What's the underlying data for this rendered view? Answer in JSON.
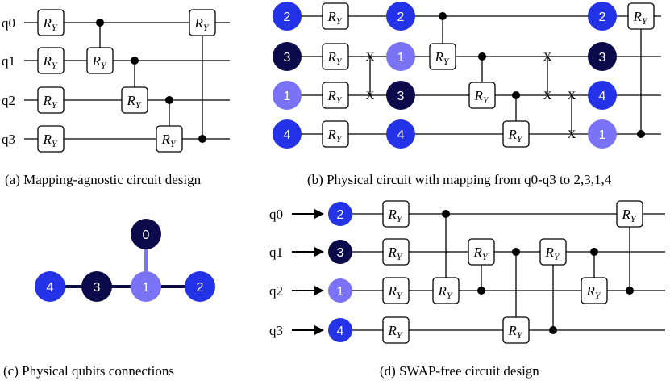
{
  "panels": {
    "a": {
      "caption": "(a) Mapping-agnostic circuit design",
      "qubits": [
        "q0",
        "q1",
        "q2",
        "q3"
      ],
      "gate": {
        "base": "R",
        "sub": "Y"
      }
    },
    "b": {
      "caption": "(b) Physical circuit with mapping from q0-q3 to 2,3,1,4",
      "start_nodes": [
        "2",
        "3",
        "1",
        "4"
      ],
      "mid_nodes": [
        "2",
        "1",
        "3",
        "4"
      ],
      "end_nodes": [
        "2",
        "3",
        "4",
        "1"
      ],
      "swap_symbol": "X",
      "gate": {
        "base": "R",
        "sub": "Y"
      }
    },
    "c": {
      "caption": "(c) Physical qubits connections",
      "nodes": [
        "0",
        "4",
        "3",
        "1",
        "2"
      ]
    },
    "d": {
      "caption": "(d) SWAP-free circuit design",
      "qubits": [
        "q0",
        "q1",
        "q2",
        "q3"
      ],
      "nodes": [
        "2",
        "3",
        "1",
        "4"
      ],
      "gate": {
        "base": "R",
        "sub": "Y"
      }
    }
  },
  "colors": {
    "qubit_1": "#7b73f5",
    "qubit_2": "#2433e8",
    "qubit_3": "#0b0a4a",
    "qubit_4": "#2433e8",
    "qubit_0": "#0b0a4a",
    "line": "#000000",
    "edge": "#0b0a4a",
    "edge_light": "#7b73f5"
  }
}
